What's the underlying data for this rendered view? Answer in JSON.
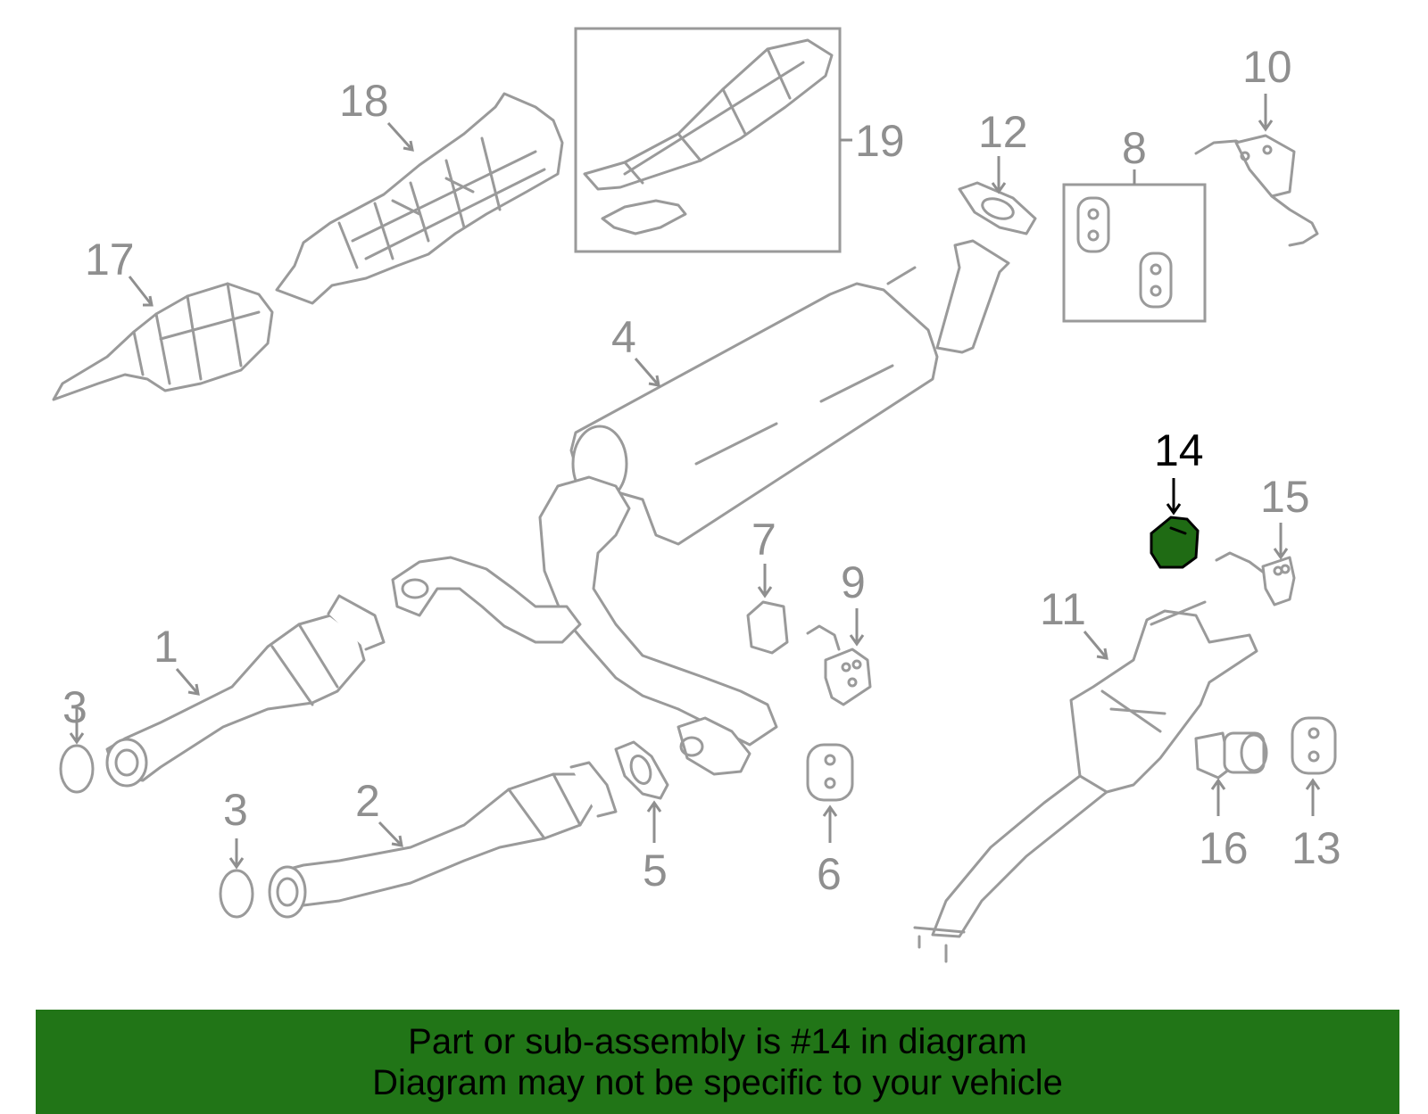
{
  "diagram": {
    "highlight_color": "#1f6b14",
    "highlighted_part": "14",
    "callouts": {
      "p1": "1",
      "p2": "2",
      "p3a": "3",
      "p3b": "3",
      "p4": "4",
      "p5": "5",
      "p6": "6",
      "p7": "7",
      "p8": "8",
      "p9": "9",
      "p10": "10",
      "p11": "11",
      "p12": "12",
      "p13": "13",
      "p14": "14",
      "p15": "15",
      "p16": "16",
      "p17": "17",
      "p18": "18",
      "p19": "19"
    }
  },
  "banner": {
    "background_color": "#217517",
    "line1": "Part or sub-assembly is #14 in diagram",
    "line2": "Diagram may not be specific to your vehicle"
  }
}
